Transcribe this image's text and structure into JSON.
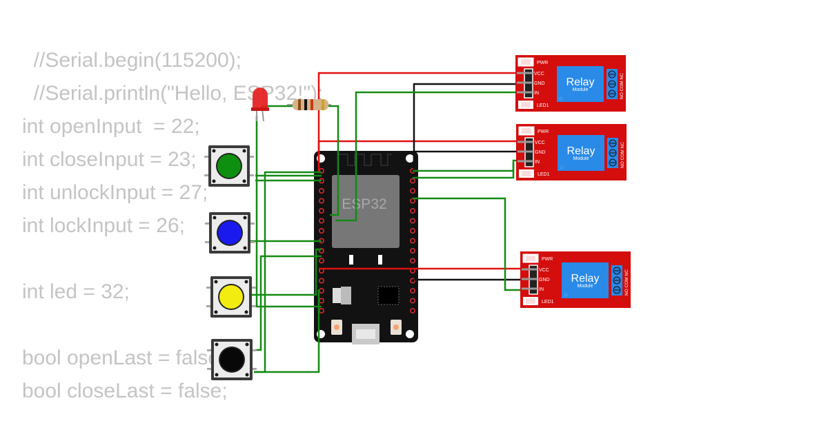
{
  "code_lines": [
    "  //Serial.begin(115200);",
    "  //Serial.println(\"Hello, ESP32!\");",
    "int openInput  = 22;",
    "int closeInput = 23;",
    "int unlockInput = 27;",
    "int lockInput = 26;",
    "",
    "int led = 32;",
    "",
    "bool openLast = false;",
    "bool closeLast = false;"
  ],
  "board": {
    "chip_label": "ESP32"
  },
  "relays": [
    {
      "title": "Relay",
      "subtitle": "Module",
      "pwr_label": "PWR",
      "led_label": "LED1",
      "pins": [
        "VCC",
        "GND",
        "IN"
      ],
      "terminal_label": "NO COM NC"
    },
    {
      "title": "Relay",
      "subtitle": "Module",
      "pwr_label": "PWR",
      "led_label": "LED1",
      "pins": [
        "VCC",
        "GND",
        "IN"
      ],
      "terminal_label": "NO COM NC"
    },
    {
      "title": "Relay",
      "subtitle": "Module",
      "pwr_label": "PWR",
      "led_label": "LED1",
      "pins": [
        "VCC",
        "GND",
        "IN"
      ],
      "terminal_label": "NO COM NC"
    }
  ],
  "buttons": [
    {
      "name": "green-pushbutton",
      "color": "#0f8f0f"
    },
    {
      "name": "blue-pushbutton",
      "color": "#1a1aee"
    },
    {
      "name": "yellow-pushbutton",
      "color": "#f2ec10"
    },
    {
      "name": "black-pushbutton",
      "color": "#080808"
    }
  ],
  "colors": {
    "wire_power": "#e01010",
    "wire_ground": "#111111",
    "wire_signal": "#138a13",
    "relay_pcb": "#d40d0d",
    "relay_body": "#2a8ae8",
    "board_pcb": "#111111",
    "code_text": "#c4c4c4",
    "led": "#e51d1d"
  }
}
